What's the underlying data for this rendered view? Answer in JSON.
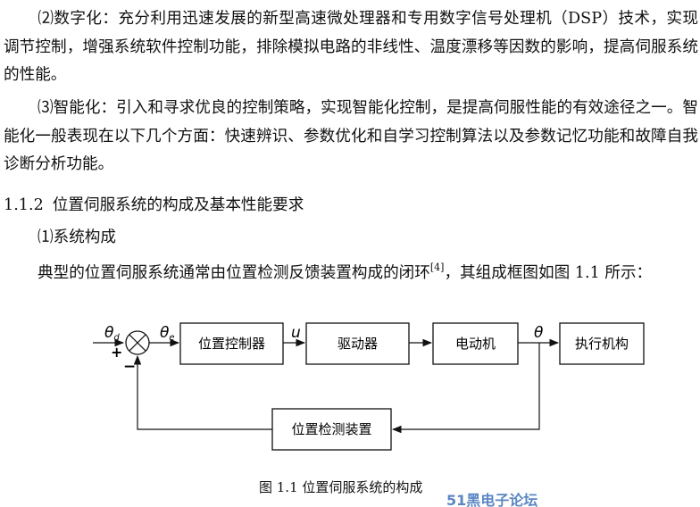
{
  "paragraphs": [
    {
      "text": "⑵数字化：充分利用迅速发展的新型高速微处理器和专用数字信号处理机（DSP）技术，实现调节控制，增强系统软件控制功能，排除模拟电路的非线性、温度漂移等因数的影响，提高伺服系统的性能。"
    },
    {
      "text": "⑶智能化：引入和寻求优良的控制策略，实现智能化控制，是提高伺服性能的有效途径之一。智能化一般表现在以下几个方面：快速辨识、参数优化和自学习控制算法以及参数记忆功能和故障自我诊断分析功能。"
    }
  ],
  "section": {
    "number": "1.1.2",
    "title": "位置伺服系统的构成及基本性能要求"
  },
  "subheading": "⑴系统构成",
  "paragraph3": {
    "before": "典型的位置伺服系统通常由位置检测反馈装置构成的闭环",
    "ref": "[4]",
    "after": "，其组成框图如图 1.1 所示："
  },
  "diagram": {
    "blocks": {
      "controller": "位置控制器",
      "driver": "驱动器",
      "motor": "电动机",
      "actuator": "执行机构",
      "feedback": "位置检测装置"
    },
    "signals": {
      "input": "θ",
      "input_sub": "d",
      "error": "θ",
      "error_sub": "e",
      "control": "u",
      "output": "θ"
    },
    "signs": {
      "plus": "+",
      "minus": "−"
    }
  },
  "caption": "图 1.1  位置伺服系统的构成",
  "watermark": "51黑电子论坛"
}
